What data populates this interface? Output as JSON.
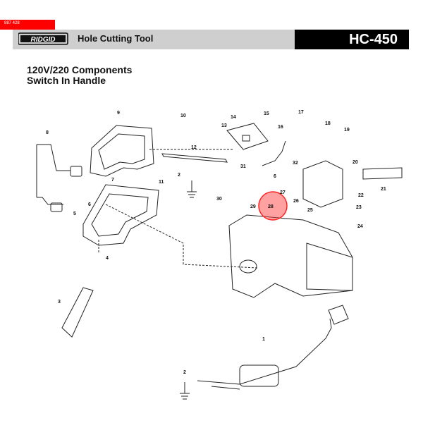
{
  "header": {
    "tab_code": "887 428",
    "brand": "RIDGID",
    "product": "Hole Cutting Tool",
    "model": "HC-450"
  },
  "title": {
    "line1": "120V/220 Components",
    "line2": "Switch In Handle"
  },
  "callouts": [
    "1",
    "2",
    "2",
    "3",
    "4",
    "5",
    "6",
    "6",
    "7",
    "8",
    "9",
    "10",
    "11",
    "12",
    "13",
    "14",
    "15",
    "16",
    "17",
    "18",
    "19",
    "20",
    "21",
    "22",
    "23",
    "24",
    "25",
    "26",
    "27",
    "28",
    "29",
    "30",
    "31",
    "32"
  ],
  "highlight": {
    "part": "28",
    "color": "#ff4444"
  }
}
